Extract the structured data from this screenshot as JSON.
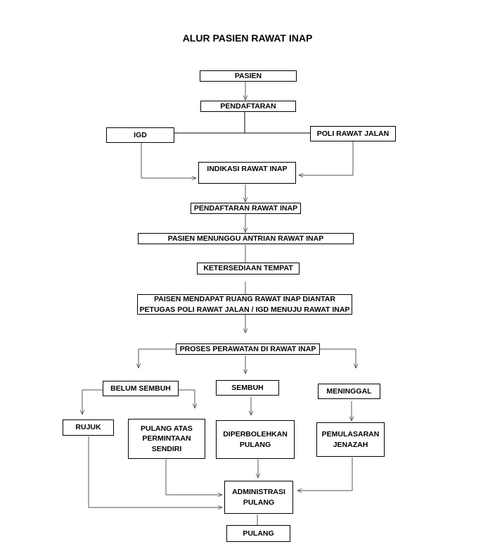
{
  "title": "ALUR PASIEN RAWAT INAP",
  "nodes": {
    "pasien": "PASIEN",
    "pendaftaran": "PENDAFTARAN",
    "igd": "IGD",
    "poli_rawat_jalan": "POLI RAWAT JALAN",
    "indikasi_rawat_inap": "INDIKASI RAWAT INAP",
    "pendaftaran_rawat_inap": "PENDAFTARAN RAWAT INAP",
    "pasien_menunggu": "PASIEN MENUNGGU ANTRIAN  RAWAT INAP",
    "ketersediaan_tempat": "KETERSEDIAAN TEMPAT",
    "mendapat_ruang": "PAISEN MENDAPAT RUANG RAWAT INAP DIANTAR\nPETUGAS POLI RAWAT JALAN / IGD MENUJU RAWAT INAP",
    "proses_perawatan": "PROSES PERAWATAN DI RAWAT INAP",
    "belum_sembuh": "BELUM SEMBUH",
    "sembuh": "SEMBUH",
    "meninggal": "MENINGGAL",
    "rujuk": "RUJUK",
    "pulang_atas_permintaan": "PULANG ATAS\nPERMINTAAN\nSENDIRI",
    "diperbolehkan_pulang": "DIPERBOLEHKAN\nPULANG",
    "pemulasaran_jenazah": "PEMULASARAN\nJENAZAH",
    "administrasi_pulang": "ADMINISTRASI\nPULANG",
    "pulang": "PULANG"
  }
}
